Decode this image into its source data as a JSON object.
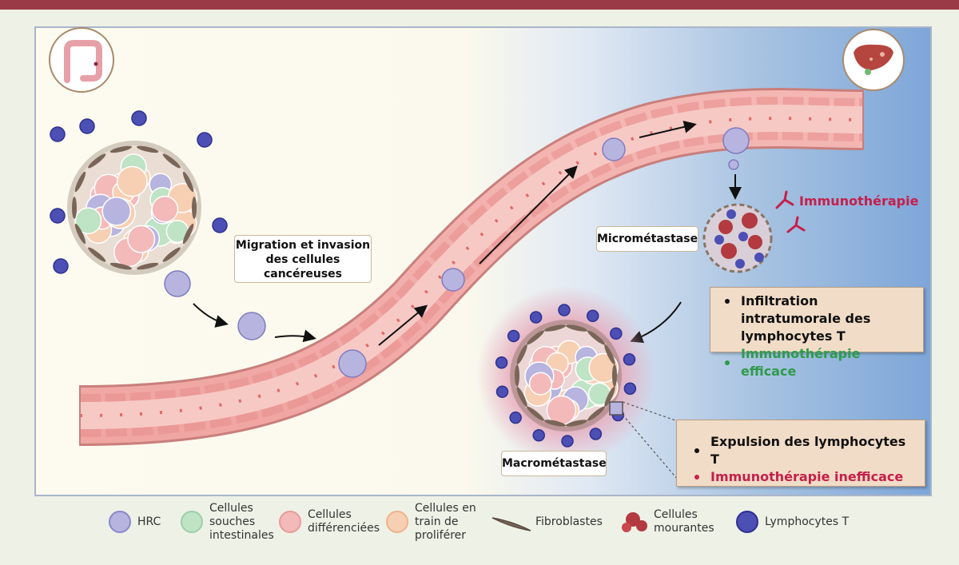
{
  "labels": {
    "migration": "Migration et invasion des cellules cancéreuses",
    "micrometastase": "Micrométastase",
    "macrometastase": "Macrométastase",
    "immunotherapie": "Immunothérapie"
  },
  "status_boxes": {
    "micro": {
      "line1": "Infiltration intratumorale des lymphocytes T",
      "line2": "Immunothérapie efficace"
    },
    "macro": {
      "line1": "Expulsion des lymphocytes T",
      "line2": "Immunothérapie inefficace"
    }
  },
  "legend": [
    {
      "label": "HRC"
    },
    {
      "label": "Cellules souches intestinales"
    },
    {
      "label": "Cellules différenciées"
    },
    {
      "label": "Cellules en train de proliférer"
    },
    {
      "label": "Fibroblastes"
    },
    {
      "label": "Cellules mourantes"
    },
    {
      "label": "Lymphocytes T"
    }
  ],
  "colors": {
    "header_bar": "#9a3a47",
    "hrc": "#b7b4df",
    "stem": "#bfe3c5",
    "differentiated": "#f4b9b9",
    "proliferating": "#f7cfb3",
    "fibroblast": "#7a6658",
    "dying": "#b23a40",
    "lymphocyte": "#4c4fb4",
    "effective": "#2f9a4a",
    "ineffective": "#c51f4a"
  },
  "icons": [
    "colon-icon",
    "liver-icon",
    "antibody-icon"
  ]
}
